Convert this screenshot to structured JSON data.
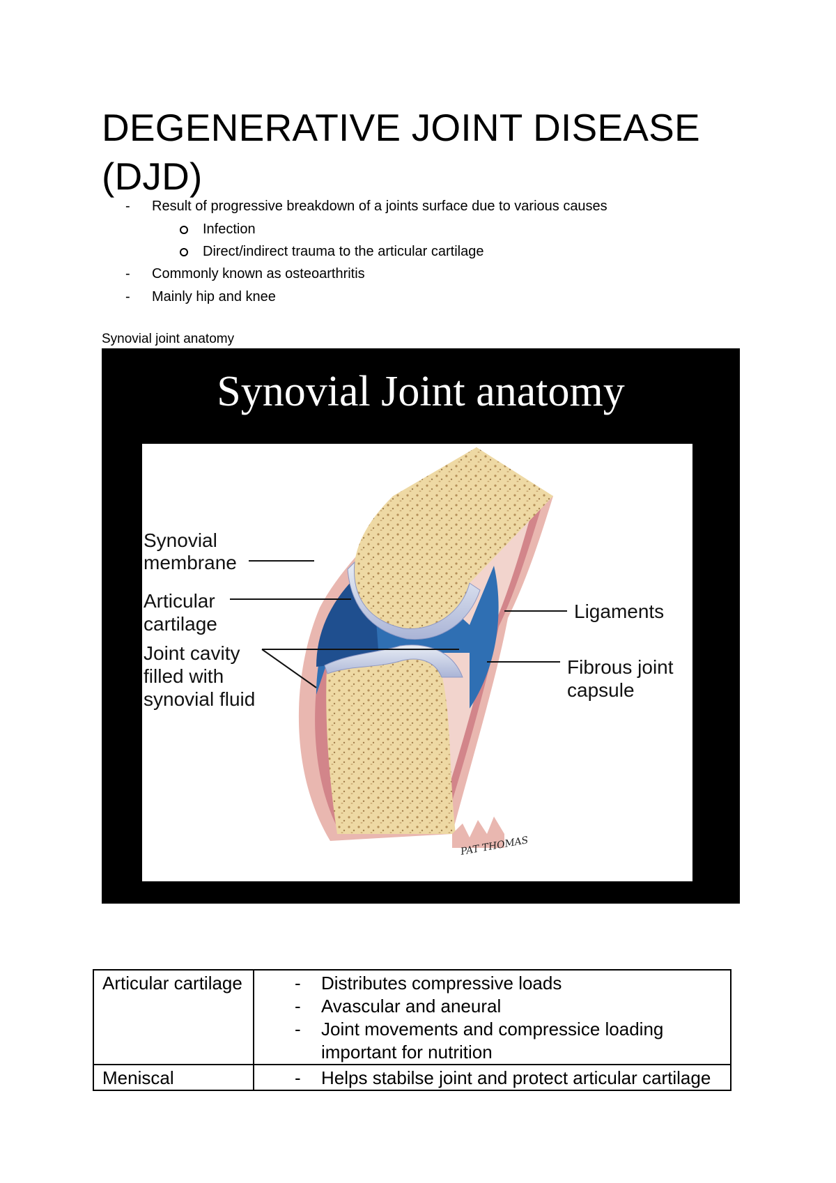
{
  "document": {
    "title": "DEGENERATIVE JOINT DISEASE (DJD)",
    "bullets": [
      {
        "text": "Result of progressive breakdown of a joints surface due to various causes",
        "sub": [
          "Infection",
          "Direct/indirect trauma to the articular cartilage"
        ]
      },
      {
        "text": "Commonly known as osteoarthritis"
      },
      {
        "text": "Mainly hip and knee"
      }
    ],
    "caption": "Synovial joint anatomy"
  },
  "figure": {
    "title": "Synovial Joint anatomy",
    "labels": {
      "synovial_membrane": [
        "Synovial",
        "membrane"
      ],
      "articular_cartilage": [
        "Articular",
        "cartilage"
      ],
      "joint_cavity": [
        "Joint cavity",
        "filled with",
        "synovial fluid"
      ],
      "ligaments": "Ligaments",
      "fibrous_capsule": [
        "Fibrous joint",
        "capsule"
      ]
    },
    "signature": "PAT THOMAS"
  },
  "table": {
    "rows": [
      {
        "term": "Articular cartilage",
        "points": [
          "Distributes compressive loads",
          "Avascular and aneural",
          "Joint movements and compressice loading important for nutrition"
        ]
      },
      {
        "term": "Meniscal",
        "points": [
          "Helps stabilse joint and protect articular cartilage"
        ]
      }
    ]
  }
}
